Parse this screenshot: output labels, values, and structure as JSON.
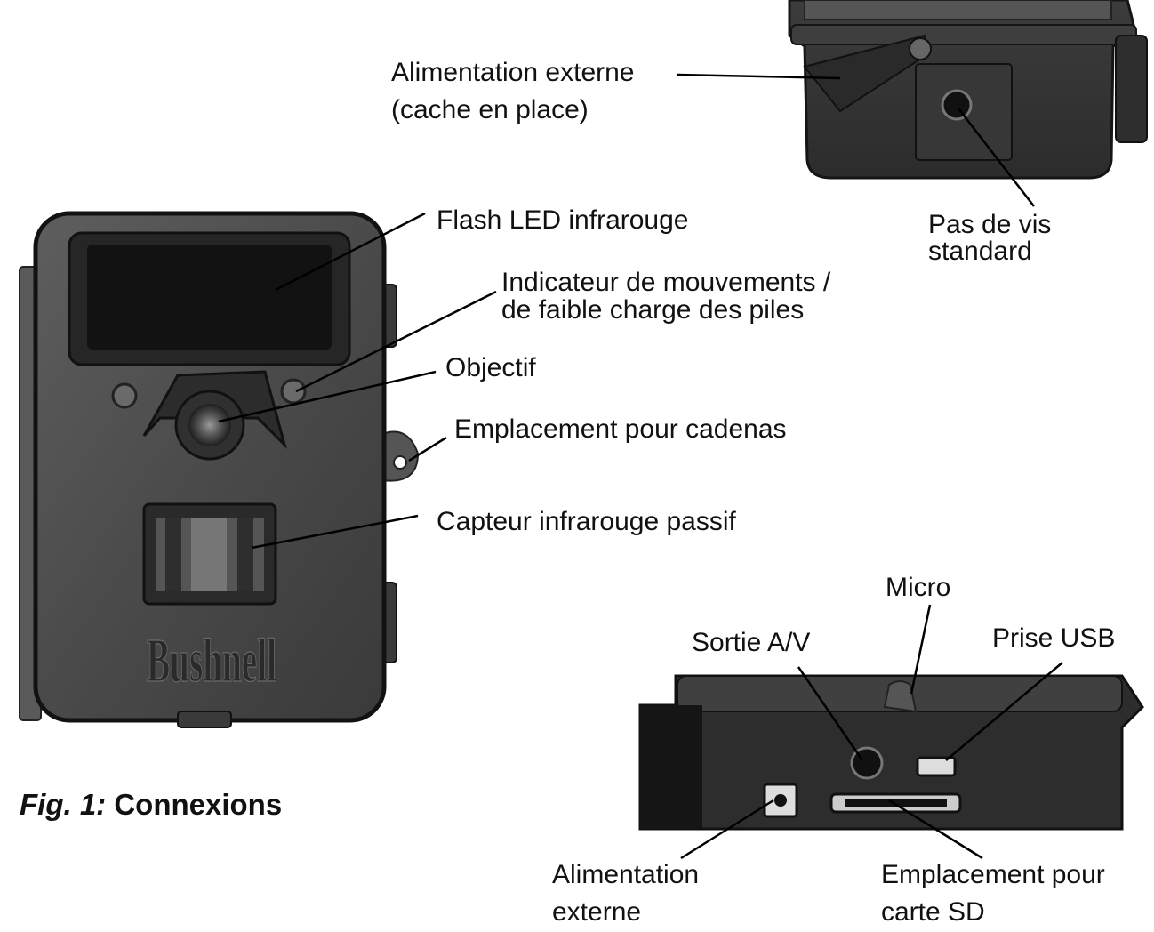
{
  "figure": {
    "caption_prefix": "Fig. 1:",
    "caption_title": "Connexions"
  },
  "labels": {
    "ext_power_cap_line1": "Alimentation externe",
    "ext_power_cap_line2": "(cache en place)",
    "tripod_line1": "Pas de vis",
    "tripod_line2": "standard",
    "ir_flash": "Flash LED infrarouge",
    "motion_line1": "Indicateur de mouvements /",
    "motion_line2": "de faible charge des piles",
    "lens": "Objectif",
    "padlock": "Emplacement pour cadenas",
    "pir": "Capteur infrarouge passif",
    "micro": "Micro",
    "av_out": "Sortie A/V",
    "usb": "Prise USB",
    "ext_power_line1": "Alimentation",
    "ext_power_line2": "externe",
    "sd_line1": "Emplacement pour",
    "sd_line2": "carte SD"
  },
  "logo_text": "Bushnell",
  "colors": {
    "body": "#4a4a4a",
    "body_dark": "#2a2a2a",
    "edge": "#1a1a1a",
    "screen": "#141414",
    "leader": "#000000"
  }
}
